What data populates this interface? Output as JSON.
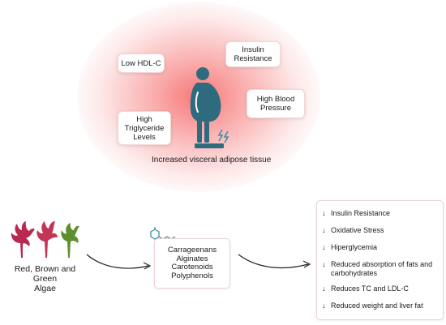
{
  "colors": {
    "figure": "#2e6b7e",
    "red_alga": "#b8284f",
    "brown_alga": "#c43458",
    "green_alga": "#5e8f2e",
    "molecule": "#3f8fa8"
  },
  "risk_factors": {
    "low_hdl": "Low HDL-C",
    "insulin_resistance": "Insulin\nResistance",
    "high_bp": "High Blood\nPressure",
    "high_tg": "High\nTriglyceride\nLevels"
  },
  "obesity_caption": "Increased visceral adipose tissue",
  "algae_label": "Red, Brown and Green\nAlgae",
  "compounds": [
    "Carrageenans",
    "Alginates",
    "Carotenoids",
    "Polyphenols"
  ],
  "outcomes": [
    {
      "arrow": "↓",
      "text": "Insulin Resistance"
    },
    {
      "arrow": "↓",
      "text": "Oxidative Stress"
    },
    {
      "arrow": "↓",
      "text": "Hiperglycemia"
    },
    {
      "arrow": "↓",
      "text": "Reduced absorption of fats and carbohydrates"
    },
    {
      "arrow": "↓",
      "text": "Reduces TC and LDL-C"
    },
    {
      "arrow": "↓",
      "text": "Reduced weight and liver fat"
    }
  ],
  "icons": {
    "person": "person-on-scale-icon",
    "algae": "seaweed-icon",
    "molecule": "molecule-icon",
    "flow": "curved-arrow-icon"
  }
}
